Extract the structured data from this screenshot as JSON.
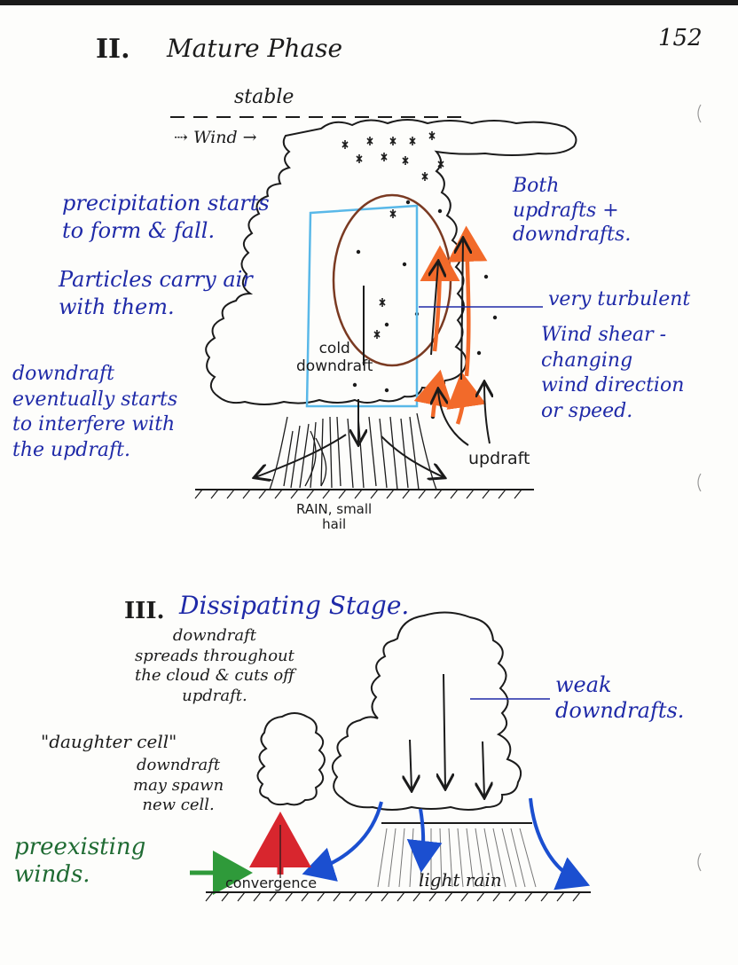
{
  "page_number": "152",
  "mature": {
    "heading_numeral": "II.",
    "heading_text": "Mature Phase",
    "stable": "stable",
    "wind": "⇢ Wind →",
    "precip_note": "precipitation starts\nto form & fall.",
    "particles_note": "Particles carry air\nwith them.",
    "both_note": "Both\nupdrafts +\ndowndrafts.",
    "turbulent_note": "very turbulent",
    "shear_note": "Wind shear -\nchanging\nwind direction\nor speed.",
    "cold_label": "cold\ndowndraft",
    "downdraft_note": "downdraft\neventually starts\nto interfere with\nthe updraft.",
    "updraft_label": "updraft",
    "rain_label": "RAIN, small\nhail"
  },
  "dissipating": {
    "heading_numeral": "III.",
    "heading_text": "Dissipating Stage.",
    "spread_note": "downdraft\nspreads throughout\nthe cloud & cuts off\nupdraft.",
    "daughter_note": "\"daughter cell\"",
    "spawn_note": "downdraft\nmay spawn\nnew cell.",
    "weak_note": "weak\ndowndrafts.",
    "preexisting_note": "preexisting\nwinds.",
    "convergence_label": "convergence",
    "light_rain_label": "light rain"
  },
  "colors": {
    "black_ink": "#1b1b1b",
    "blue_ink": "#1f2aa8",
    "green_ink": "#1f6b33",
    "cyan_outline": "#59b8e8",
    "brown_oval": "#7a3a22",
    "orange_arrow": "#f26a2a",
    "red_arrow": "#d8262e",
    "green_arrow": "#2f9a3a",
    "blue_arrow": "#1b4fd0"
  }
}
